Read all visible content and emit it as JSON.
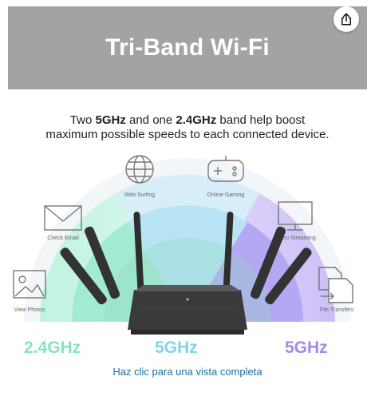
{
  "banner": {
    "title": "Tri-Band Wi-Fi"
  },
  "description": {
    "line1_part1": "Two ",
    "line1_bold1": "5GHz",
    "line1_part2": " and one ",
    "line1_bold2": "2.4GHz",
    "line1_part3": " band help boost",
    "line2": "maximum possible speeds to each connected device."
  },
  "features": {
    "web": "Web Surfing",
    "gaming": "Online Gaming",
    "email": "Check Email",
    "video": "Video Streaming",
    "photos": "View Photos",
    "files": "File Transfers"
  },
  "bands": {
    "left": "2.4GHz",
    "center": "5GHz",
    "right": "5GHz"
  },
  "colors": {
    "band24": "#86e3c1",
    "band5a": "#7fd3ea",
    "band5b": "#9f8af2"
  },
  "link": {
    "label": "Haz clic para una vista completa"
  },
  "icons": {
    "share": "share-icon"
  }
}
